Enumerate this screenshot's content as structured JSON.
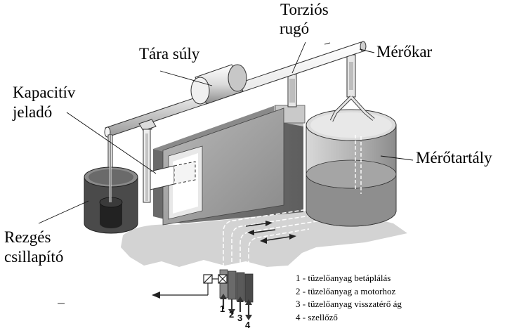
{
  "labels": {
    "torzios_line1": "Torziós",
    "torzios_line2": "rugó",
    "tara_suly": "Tára súly",
    "merokar": "Mérőkar",
    "kapacitiv_line1": "Kapacitív",
    "kapacitiv_line2": "jeladó",
    "merotartaly": "Mérőtartály",
    "rezges_line1": "Rezgés",
    "rezges_line2": "csillapító"
  },
  "legend": [
    "1 - tüzelőanyag betáplálás",
    "2 - tüzelőanyag a motorhoz",
    "3 - tüzelőanyag visszatérő ág",
    "4 - szellőző"
  ],
  "pipe_numbers": [
    "1",
    "2",
    "3",
    "4"
  ],
  "colors": {
    "frame": "#6a6a6a",
    "plate": "#9e9e9e",
    "tank_body": "#b5b5b5",
    "tank_fluid": "#8e8e8e",
    "shadow": "#d2d2d2",
    "bar": "#f2f2f2"
  }
}
